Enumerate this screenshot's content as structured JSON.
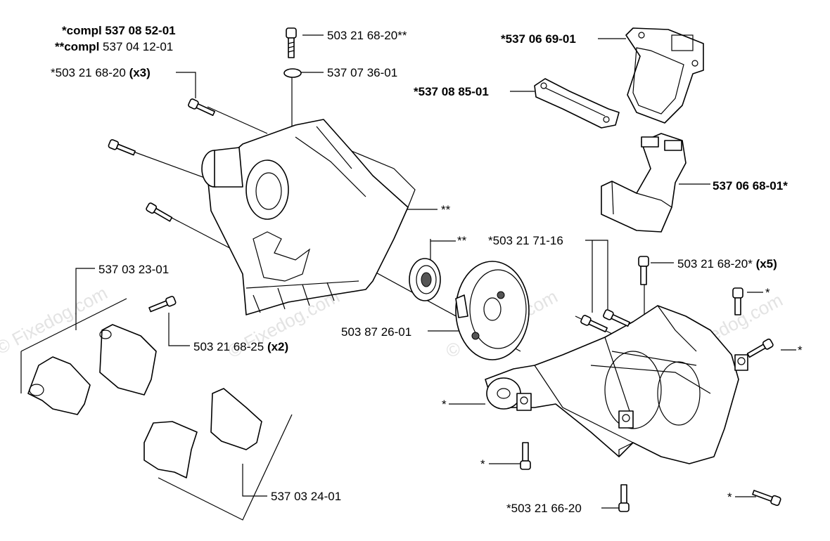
{
  "headers": {
    "compl1_prefix": "*compl",
    "compl1_num": "537 08 52-01",
    "compl2_prefix": "**compl",
    "compl2_num": "537 04 12-01"
  },
  "labels": {
    "screw_top": "503 21 68-20**",
    "clip": "537 07 36-01",
    "gasket_upper": "*537 06 69-01",
    "gasket_lower": "*537 08 85-01",
    "screw_x3_num": "*503 21 68-20",
    "screw_x3_qty": "(x3)",
    "crank_half_mark": "**",
    "intake_cover": "537 06 68-01*",
    "bearing_mark": "**",
    "screw_71_16": "*503 21 71-16",
    "screw_x5_num": "503 21 68-20*",
    "screw_x5_qty": "(x5)",
    "bracket_top": "537 03 23-01",
    "screw_x2_num": "503 21 68-25",
    "screw_x2_qty": "(x2)",
    "flywheel": "503 87 26-01",
    "star_right_1": "*",
    "star_right_2": "*",
    "star_left": "*",
    "star_bottom_left": "*",
    "star_bottom_right": "*",
    "bracket_bottom": "537 03 24-01",
    "screw_66_20": "*503 21 66-20"
  },
  "watermark": "© Fixedog.com"
}
